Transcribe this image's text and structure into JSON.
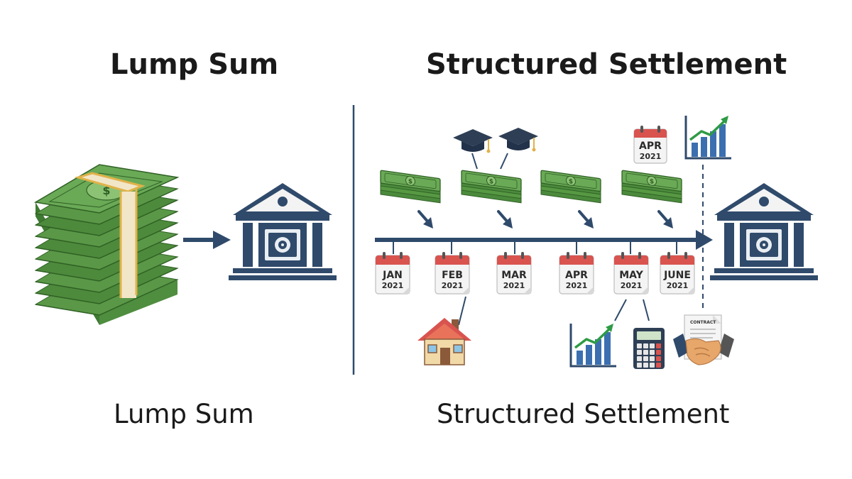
{
  "titles": {
    "left_top": "Lump Sum",
    "right_top": "Structured Settlement",
    "left_bottom": "Lump Sum",
    "right_bottom": "Structured Settlement"
  },
  "timeline": {
    "months": [
      {
        "month": "JAN",
        "year": "2021"
      },
      {
        "month": "FEB",
        "year": "2021"
      },
      {
        "month": "MAR",
        "year": "2021"
      },
      {
        "month": "APR",
        "year": "2021"
      },
      {
        "month": "MAY",
        "year": "2021"
      },
      {
        "month": "JUNE",
        "year": "2021"
      }
    ],
    "top_calendar": {
      "month": "APR",
      "year": "2021"
    }
  },
  "contract_label": "CONTRACT",
  "icons": [
    "money-stack-icon",
    "bank-icon",
    "arrow-right-icon",
    "cash-bundle-icon",
    "graduation-cap-icon",
    "calendar-icon",
    "growth-chart-icon",
    "house-icon",
    "calculator-icon",
    "handshake-icon",
    "contract-icon"
  ],
  "colors": {
    "money_green": "#5f9a4a",
    "money_dark": "#3f7a32",
    "band_gold": "#e0b24a",
    "navy": "#2f4a6b",
    "calendar_red": "#d9534f",
    "chart_blue": "#3b6fb0",
    "chart_green": "#2e9b45"
  }
}
